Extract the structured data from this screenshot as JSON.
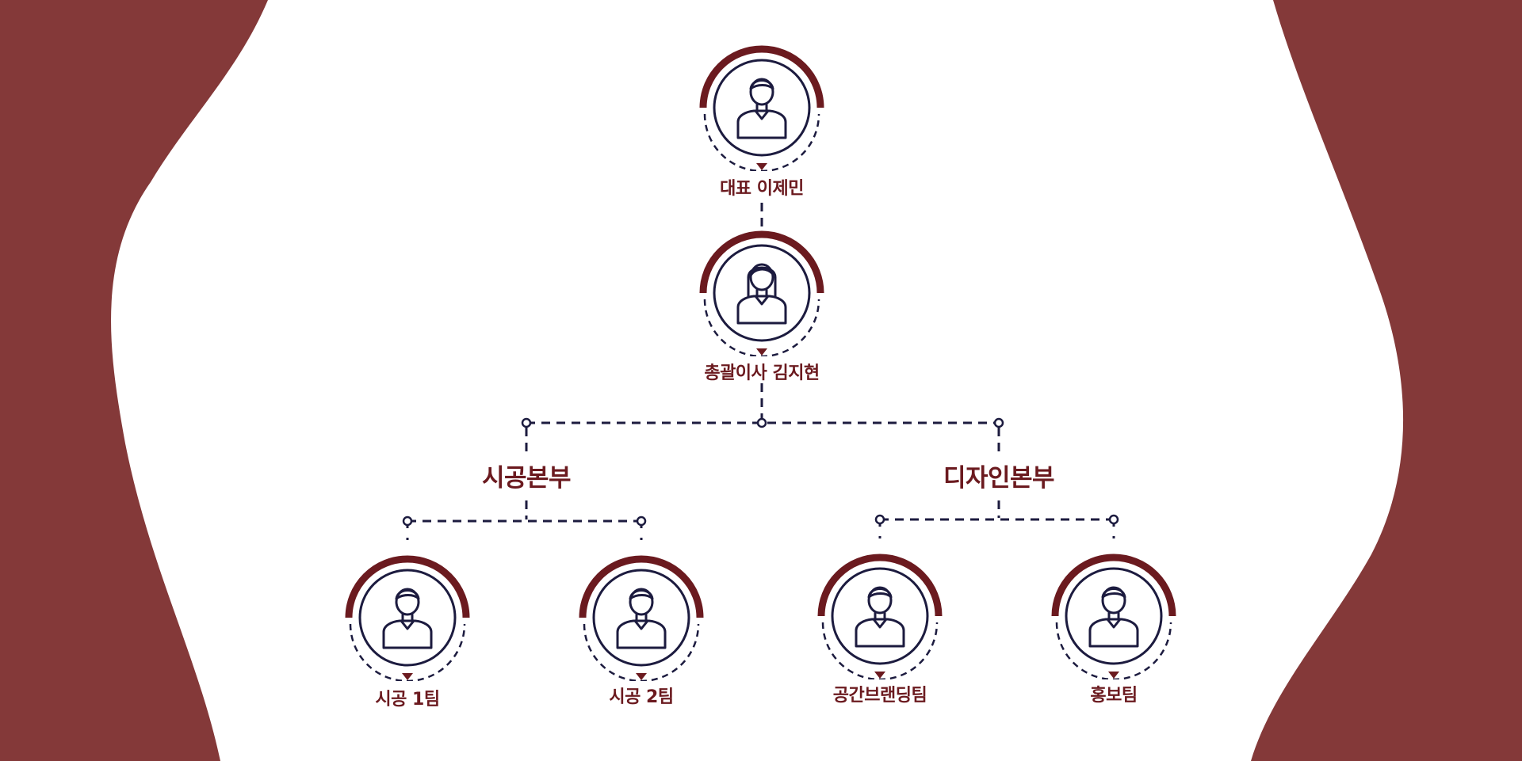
{
  "colors": {
    "accent": "#6b1a1f",
    "side_panel": "#843939",
    "line": "#1c1b3f",
    "background": "#ffffff"
  },
  "nodes": {
    "ceo": {
      "label": "대표 이제민",
      "icon": "male-person-icon"
    },
    "director": {
      "label": "총괄이사 김지현",
      "icon": "female-person-icon"
    },
    "team_construction_1": {
      "label": "시공 1팀",
      "icon": "male-person-icon"
    },
    "team_construction_2": {
      "label": "시공 2팀",
      "icon": "male-person-icon"
    },
    "team_branding": {
      "label": "공간브랜딩팀",
      "icon": "male-person-icon"
    },
    "team_pr": {
      "label": "홍보팀",
      "icon": "male-person-icon"
    }
  },
  "departments": {
    "construction": {
      "label": "시공본부"
    },
    "design": {
      "label": "디자인본부"
    }
  }
}
